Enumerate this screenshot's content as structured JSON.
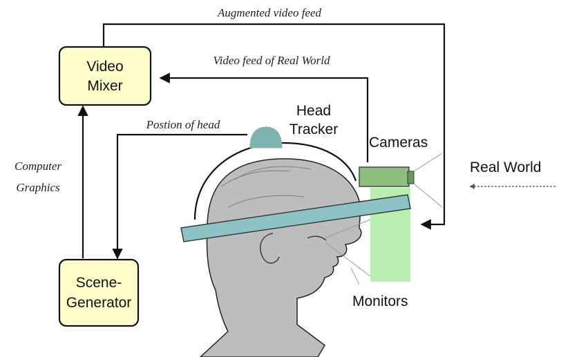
{
  "boxes": {
    "video_mixer": {
      "line1": "Video",
      "line2": "Mixer"
    },
    "scene_generator": {
      "line1": "Scene-",
      "line2": "Generator"
    }
  },
  "flows": {
    "augmented_video_feed": "Augmented video feed",
    "video_feed_real_world": "Video feed of Real World",
    "position_of_head": "Postion of head",
    "computer_graphics": {
      "line1": "Computer",
      "line2": "Graphics"
    }
  },
  "components": {
    "head_tracker": {
      "line1": "Head",
      "line2": "Tracker"
    },
    "cameras": "Cameras",
    "monitors": "Monitors",
    "real_world": "Real World"
  },
  "colors": {
    "box_fill": "#ffffcc",
    "tracker": "#7fb3b0",
    "camera": "#8fbf7e",
    "visor": "#8ec3c6",
    "monitor": "#b8efb0"
  }
}
